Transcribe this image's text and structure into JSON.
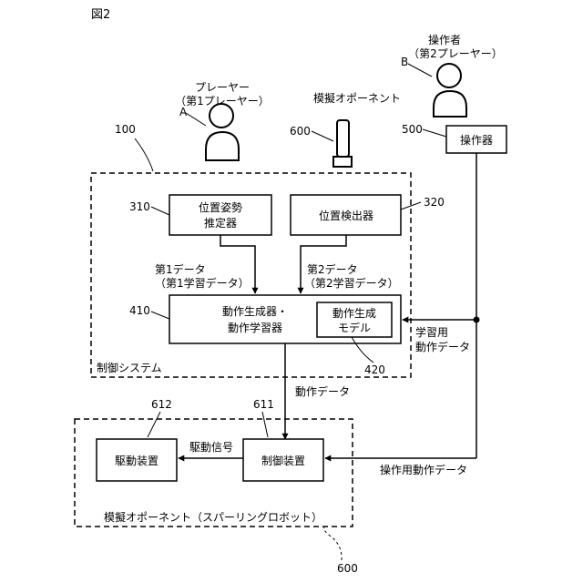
{
  "figure": {
    "label": "図2"
  },
  "player_a": {
    "title": "プレーヤー",
    "subtitle": "（第1プレーヤー）",
    "letter": "A"
  },
  "operator_b": {
    "title": "操作者",
    "subtitle": "（第2プレーヤー）",
    "letter": "B"
  },
  "mock_component_top": {
    "label": "模擬オポーネント",
    "ref": "600"
  },
  "controller": {
    "label": "操作器",
    "ref": "500"
  },
  "control_system": {
    "label": "制御システム",
    "ref": "100"
  },
  "pose_estimator": {
    "line1": "位置姿勢",
    "line2": "推定器",
    "ref": "310"
  },
  "position_detector": {
    "label": "位置検出器",
    "ref": "320"
  },
  "data1": {
    "line1": "第1データ",
    "line2": "（第1学習データ）"
  },
  "data2": {
    "line1": "第2データ",
    "line2": "（第2学習データ）"
  },
  "motion_generator": {
    "line1": "動作生成器・",
    "line2": "動作学習器",
    "ref": "410"
  },
  "motion_model": {
    "line1": "動作生成",
    "line2": "モデル",
    "ref": "420"
  },
  "learning_motion_data": {
    "line1": "学習用",
    "line2": "動作データ"
  },
  "motion_data": {
    "label": "動作データ"
  },
  "mock_component_bottom": {
    "label": "模擬オポーネント（スパーリングロボット）",
    "ref": "600"
  },
  "drive_device": {
    "label": "駆動装置",
    "ref": "612"
  },
  "control_device": {
    "label": "制御装置",
    "ref": "611"
  },
  "drive_signal": {
    "label": "駆動信号"
  },
  "operation_motion_data": {
    "label": "操作用動作データ"
  }
}
